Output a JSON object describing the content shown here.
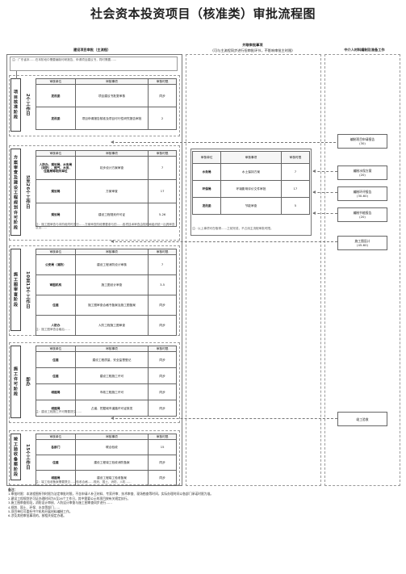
{
  "title": "社会资本投资项目（核准类）审批流程图",
  "columns": {
    "main": "建设项目审批（主流程）",
    "parallel_title": "并联审批事项",
    "parallel_sub": "(可与主流程同步进行但审批环节，不影响审批主时限)",
    "agency": "中介人材料编制及准备工作"
  },
  "intro": "注：广东省本……在本阶段中需要编制可研报告、申请项目建议书，同时需要……",
  "table_headers": [
    "审核单位",
    "审核事项",
    "审核时限"
  ],
  "stages": [
    {
      "name": "项目核准阶段",
      "duration": "2个工作日",
      "rows": [
        [
          "发改委",
          "项目建议书批复审核",
          "同步"
        ],
        [
          "发改委",
          "项目申请报告核准及项目可行性研究报告审批",
          "2"
        ]
      ]
    },
    {
      "name": "方案审查及建设工程规划许可阶段",
      "duration": "5至26个工作日",
      "rows": [
        [
          "人防办、规划局、水务局（消防）、燃气、水务、住建局等相关单位",
          "初步设计方案审查",
          "7"
        ],
        [
          "规划局",
          "方案审查",
          "17"
        ],
        [
          "规划局",
          "建设工程规划许可证",
          "5-26"
        ]
      ],
      "note": "注：施工图审查与本阶段同时进行……方案审查阶段需要参与的……各项技术审查由规划局组织统一出具审查意见……"
    },
    {
      "name": "施工图审查阶段",
      "duration": "10至13个工作日",
      "rows": [
        [
          "公安局（消防）",
          "建设工程消防设计审核",
          "7"
        ],
        [
          "审图机构",
          "施工图设计审查",
          "3-5"
        ],
        [
          "住建",
          "施工图审查合格书备案及施工图备案",
          "同步"
        ],
        [
          "人防办",
          "人防工程施工图审查",
          "同步"
        ]
      ],
      "note": "注：施工图审查合格后……"
    },
    {
      "name": "施工许可阶段",
      "duration": "即办",
      "rows": [
        [
          "住建",
          "建设工程质量、安全监督登记",
          "同步"
        ],
        [
          "住建",
          "建设工程施工许可",
          "同步"
        ],
        [
          "城建局",
          "市政工程施工许可",
          "同步"
        ],
        [
          "城建局",
          "占道、挖掘城市道路许可证核发",
          "同步"
        ]
      ],
      "note": "注：建设工程施工许可需要提交……"
    },
    {
      "name": "竣工验收备案阶段",
      "duration": "15个工作日",
      "rows": [
        [
          "各部门",
          "联合验收",
          "15"
        ],
        [
          "住建",
          "建设工程竣工验收消防备案",
          "同步"
        ],
        [
          "城建局",
          "建设工程竣工验收备案",
          "同步"
        ]
      ],
      "note": "注：竣工验收备案需要提交……验收合格……规划、国土、消防、人防……"
    }
  ],
  "parallel": {
    "rows": [
      [
        "水务局",
        "水土保持方案",
        "7"
      ],
      [
        "环保局",
        "环境影响评价文件审批",
        "17"
      ],
      [
        "发改委",
        "节能审查",
        "5"
      ]
    ],
    "note": "注：以上事项可在取得……之前完成，不占用主流程审批时限。"
  },
  "agency_boxes": [
    {
      "line1": "编制项目申请报告",
      "line2": "(30)"
    },
    {
      "line1": "编制水保方案",
      "line2": "(20)"
    },
    {
      "line1": "编制环评报告",
      "line2": "(30-60)"
    },
    {
      "line1": "编制节能报告",
      "line2": "(20)"
    },
    {
      "line1": "施工图设计",
      "line2": "(45-60)"
    },
    {
      "line1": "竣工验收",
      "line2": ""
    }
  ],
  "notes_title": "备注：",
  "notes": [
    "1.审批时限：本流程图所列时限为法定审批时限，不含申请人补正材料、专家评审、技术审查、现场勘查等时间，实际办理时间以各部门承诺时限为准。",
    "2.建设工程规划许可证办理时间为5至26个工作日，其中需要公示的项目按有关规定执行。",
    "3.施工图审查阶段，消防设计审核、人防设计审查与施工图审查同步进行……",
    "4.规划、国土、环保、水务等部门……",
    "5.项目单位可委托中介机构开展材料编制工作。",
    "6.涉及其他审批事项的，按相关规定办理。"
  ]
}
